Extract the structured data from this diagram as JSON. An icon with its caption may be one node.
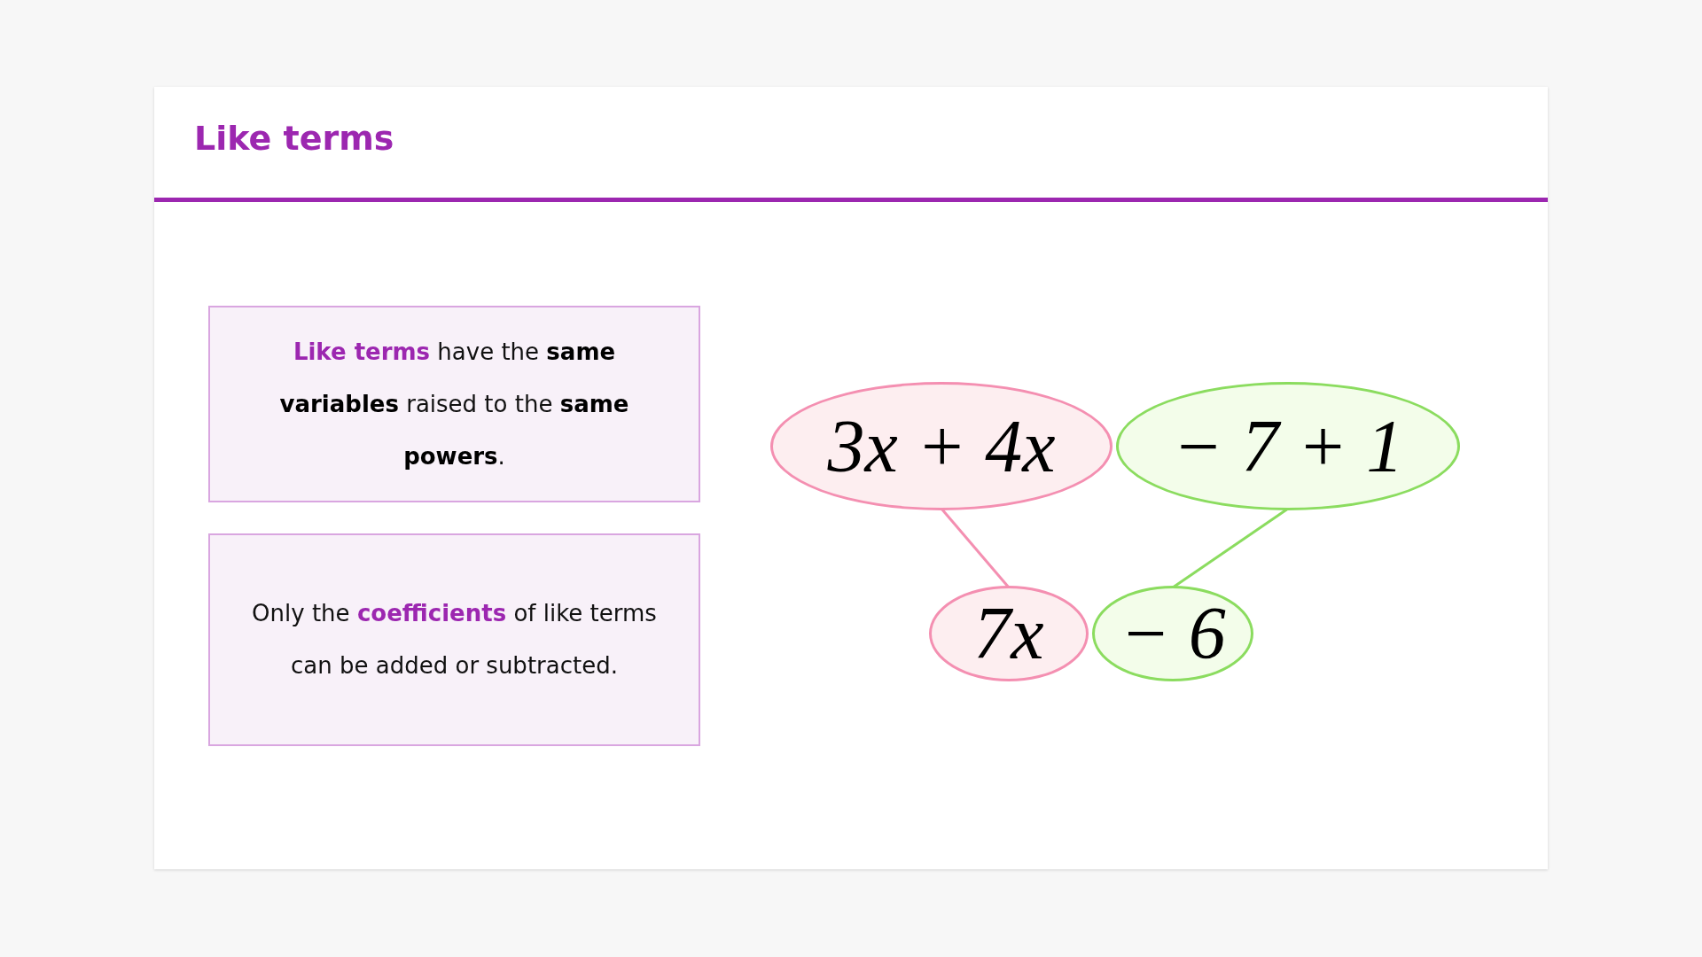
{
  "diagram": {
    "title": "Like terms",
    "nodes": [
      {
        "text": [
          "**Like terms** have the **same variables** raised to the **same powers**."
        ]
      },
      {
        "text": [
          "Only the **coefficients** of like terms can be added or subtracted."
        ]
      },
      {
        "text": [
          "3x + 4x"
        ]
      },
      {
        "text": [
          "− 7 + 1"
        ]
      },
      {
        "text": [
          "7x"
        ]
      },
      {
        "text": [
          "− 6"
        ]
      }
    ],
    "edges": [
      {
        "from": 2,
        "to": 4,
        "arrow": "none",
        "color": "#f48fb1"
      },
      {
        "from": 3,
        "to": 5,
        "arrow": "none",
        "color": "#8bdc5f"
      }
    ]
  }
}
